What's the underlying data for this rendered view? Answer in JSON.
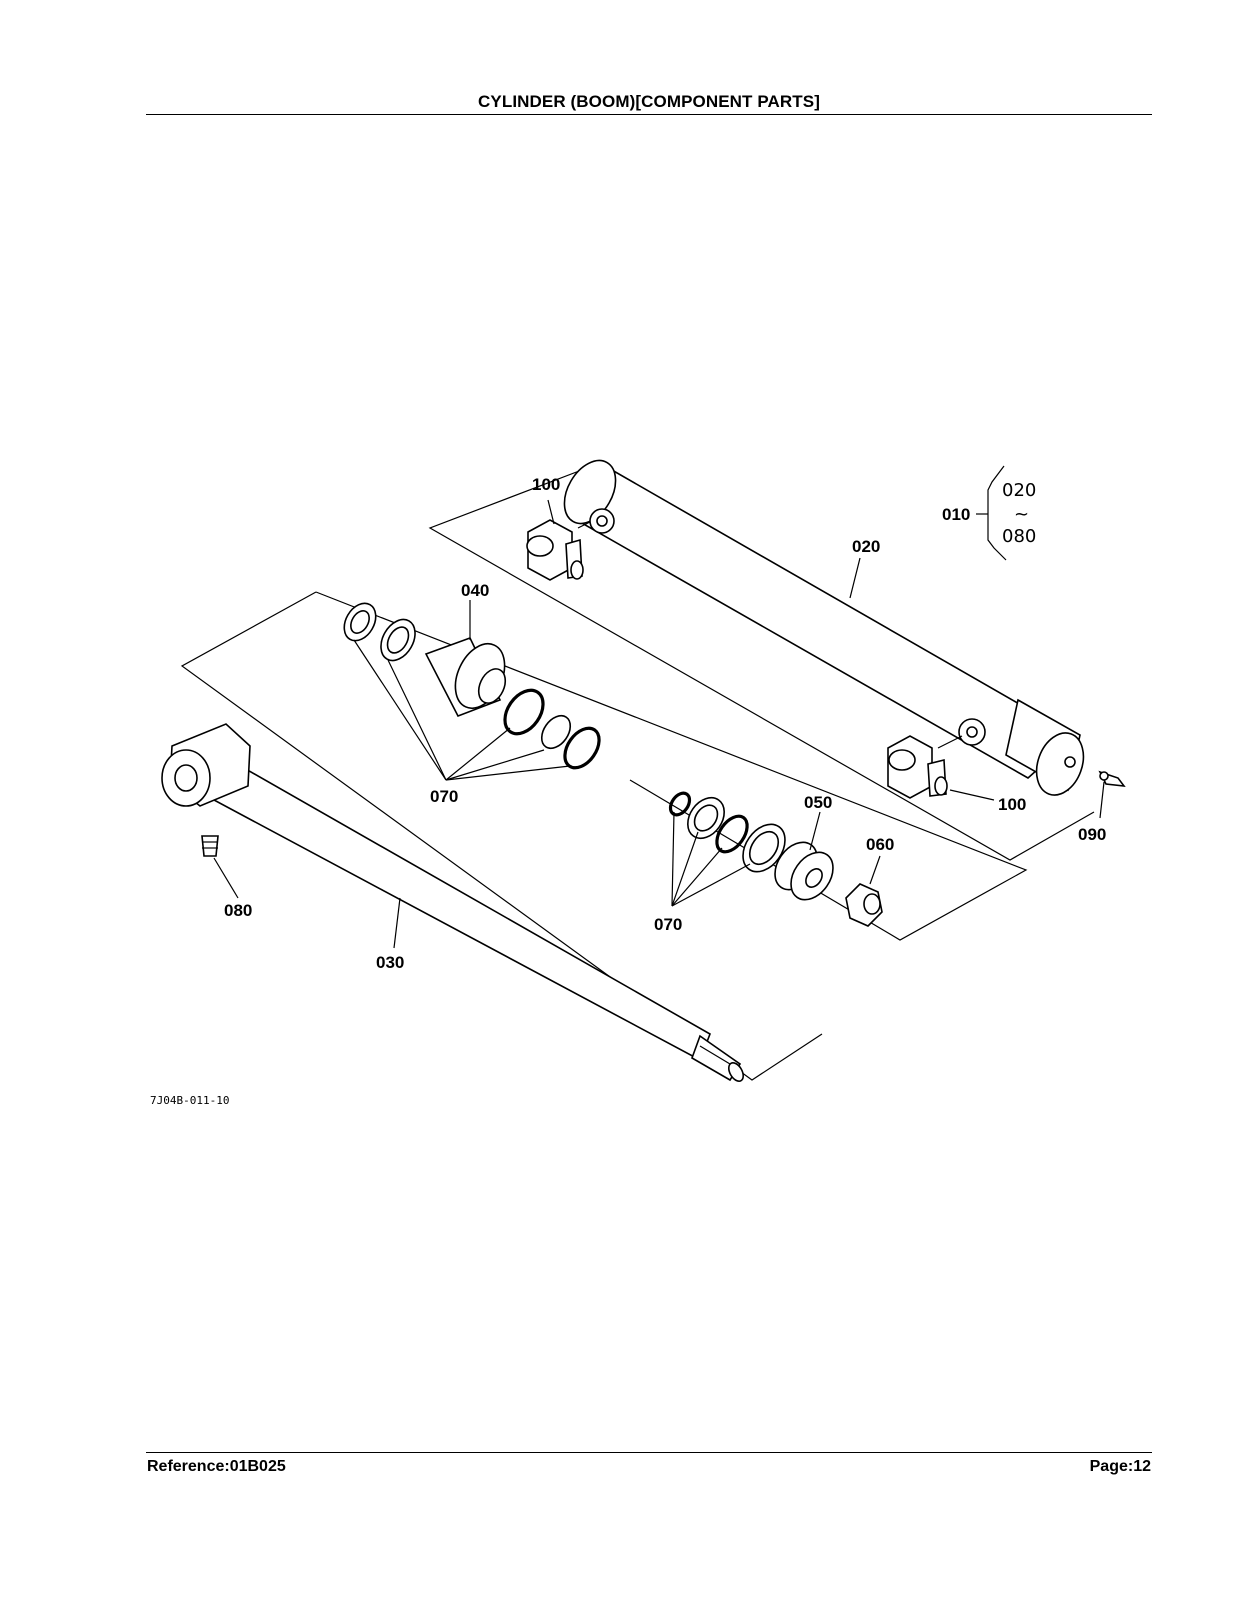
{
  "header": {
    "title": "CYLINDER (BOOM)[COMPONENT PARTS]"
  },
  "footer": {
    "reference": "Reference:01B025",
    "page": "Page:12"
  },
  "diagram": {
    "code": "7J04B-011-10",
    "labels": {
      "l100a": "100",
      "l100b": "100",
      "l020": "020",
      "l040": "040",
      "l050": "050",
      "l060": "060",
      "l070a": "070",
      "l070b": "070",
      "l080": "080",
      "l090": "090",
      "l030": "030",
      "l010": "010",
      "grp_top": "020",
      "grp_tilde": "~",
      "grp_bottom": "080"
    }
  }
}
